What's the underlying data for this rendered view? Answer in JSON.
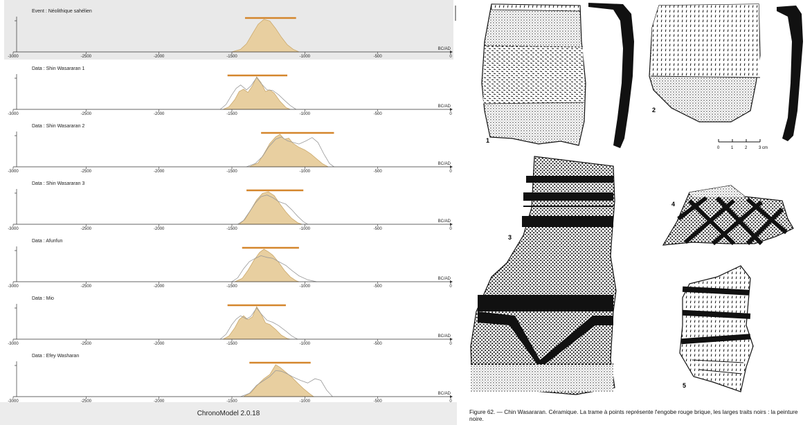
{
  "app": {
    "footer_label": "ChronoModel 2.0.18"
  },
  "colors": {
    "curve_fill": "#e8cfa0",
    "curve_stroke": "#cba96c",
    "bar": "#d4862c",
    "event_bg": "#e9e9e9",
    "likelihood_line": "#999999"
  },
  "chart_data": {
    "type": "area",
    "xlim": [
      -3000,
      0
    ],
    "x_ticks": [
      -3000,
      -2500,
      -2000,
      -1500,
      -1000,
      -500,
      0
    ],
    "axis_label": "BC/AD",
    "panels": [
      {
        "title": "Event : Néolithique sahélien",
        "kind": "event",
        "hpd": [
          -1410,
          -1060
        ],
        "posterior": [
          [
            -1500,
            0
          ],
          [
            -1440,
            0.08
          ],
          [
            -1400,
            0.25
          ],
          [
            -1360,
            0.55
          ],
          [
            -1320,
            0.85
          ],
          [
            -1280,
            1.0
          ],
          [
            -1240,
            0.95
          ],
          [
            -1200,
            0.72
          ],
          [
            -1160,
            0.45
          ],
          [
            -1120,
            0.22
          ],
          [
            -1080,
            0.08
          ],
          [
            -1040,
            0
          ]
        ]
      },
      {
        "title": "Data : Shin Wasararan 1",
        "kind": "data",
        "hpd": [
          -1530,
          -1120
        ],
        "posterior": [
          [
            -1560,
            0
          ],
          [
            -1520,
            0.08
          ],
          [
            -1480,
            0.3
          ],
          [
            -1450,
            0.55
          ],
          [
            -1420,
            0.62
          ],
          [
            -1390,
            0.52
          ],
          [
            -1360,
            0.72
          ],
          [
            -1330,
            1.0
          ],
          [
            -1300,
            0.82
          ],
          [
            -1270,
            0.55
          ],
          [
            -1240,
            0.6
          ],
          [
            -1210,
            0.5
          ],
          [
            -1170,
            0.25
          ],
          [
            -1130,
            0.06
          ],
          [
            -1100,
            0
          ]
        ],
        "likelihood": [
          [
            -1580,
            0
          ],
          [
            -1540,
            0.15
          ],
          [
            -1500,
            0.45
          ],
          [
            -1470,
            0.65
          ],
          [
            -1440,
            0.75
          ],
          [
            -1400,
            0.6
          ],
          [
            -1370,
            0.72
          ],
          [
            -1330,
            0.98
          ],
          [
            -1300,
            0.8
          ],
          [
            -1260,
            0.6
          ],
          [
            -1220,
            0.58
          ],
          [
            -1180,
            0.45
          ],
          [
            -1140,
            0.28
          ],
          [
            -1100,
            0.12
          ],
          [
            -1060,
            0
          ]
        ]
      },
      {
        "title": "Data : Shin Wasararan 2",
        "kind": "data",
        "hpd": [
          -1300,
          -800
        ],
        "posterior": [
          [
            -1380,
            0
          ],
          [
            -1320,
            0.12
          ],
          [
            -1280,
            0.4
          ],
          [
            -1240,
            0.72
          ],
          [
            -1200,
            0.92
          ],
          [
            -1170,
            1.0
          ],
          [
            -1140,
            0.85
          ],
          [
            -1110,
            0.88
          ],
          [
            -1080,
            0.72
          ],
          [
            -1040,
            0.6
          ],
          [
            -1000,
            0.52
          ],
          [
            -960,
            0.4
          ],
          [
            -920,
            0.25
          ],
          [
            -880,
            0.1
          ],
          [
            -840,
            0
          ]
        ],
        "likelihood": [
          [
            -1400,
            0
          ],
          [
            -1340,
            0.1
          ],
          [
            -1290,
            0.32
          ],
          [
            -1250,
            0.6
          ],
          [
            -1200,
            0.85
          ],
          [
            -1160,
            0.92
          ],
          [
            -1120,
            0.8
          ],
          [
            -1080,
            0.75
          ],
          [
            -1040,
            0.7
          ],
          [
            -990,
            0.8
          ],
          [
            -950,
            0.9
          ],
          [
            -910,
            0.75
          ],
          [
            -870,
            0.4
          ],
          [
            -830,
            0.1
          ],
          [
            -800,
            0
          ]
        ]
      },
      {
        "title": "Data : Shin Wasararan 3",
        "kind": "data",
        "hpd": [
          -1400,
          -1010
        ],
        "posterior": [
          [
            -1450,
            0
          ],
          [
            -1410,
            0.15
          ],
          [
            -1370,
            0.45
          ],
          [
            -1330,
            0.75
          ],
          [
            -1290,
            0.95
          ],
          [
            -1250,
            1.0
          ],
          [
            -1210,
            0.88
          ],
          [
            -1170,
            0.62
          ],
          [
            -1130,
            0.38
          ],
          [
            -1090,
            0.18
          ],
          [
            -1050,
            0.05
          ],
          [
            -1020,
            0
          ]
        ],
        "likelihood": [
          [
            -1460,
            0
          ],
          [
            -1420,
            0.12
          ],
          [
            -1380,
            0.38
          ],
          [
            -1340,
            0.65
          ],
          [
            -1300,
            0.85
          ],
          [
            -1260,
            0.9
          ],
          [
            -1220,
            0.82
          ],
          [
            -1180,
            0.7
          ],
          [
            -1130,
            0.62
          ],
          [
            -1090,
            0.45
          ],
          [
            -1050,
            0.25
          ],
          [
            -1010,
            0.08
          ],
          [
            -980,
            0
          ]
        ]
      },
      {
        "title": "Data : Afunfun",
        "kind": "data",
        "hpd": [
          -1430,
          -1040
        ],
        "posterior": [
          [
            -1480,
            0
          ],
          [
            -1430,
            0.1
          ],
          [
            -1390,
            0.35
          ],
          [
            -1350,
            0.65
          ],
          [
            -1310,
            0.9
          ],
          [
            -1280,
            1.0
          ],
          [
            -1250,
            0.92
          ],
          [
            -1220,
            0.82
          ],
          [
            -1180,
            0.6
          ],
          [
            -1140,
            0.35
          ],
          [
            -1100,
            0.15
          ],
          [
            -1060,
            0.03
          ],
          [
            -1040,
            0
          ]
        ],
        "likelihood": [
          [
            -1500,
            0
          ],
          [
            -1460,
            0.12
          ],
          [
            -1420,
            0.4
          ],
          [
            -1380,
            0.62
          ],
          [
            -1340,
            0.72
          ],
          [
            -1300,
            0.8
          ],
          [
            -1260,
            0.75
          ],
          [
            -1220,
            0.72
          ],
          [
            -1180,
            0.62
          ],
          [
            -1130,
            0.5
          ],
          [
            -1090,
            0.35
          ],
          [
            -1040,
            0.18
          ],
          [
            -980,
            0.06
          ],
          [
            -920,
            0
          ]
        ]
      },
      {
        "title": "Data : Mio",
        "kind": "data",
        "hpd": [
          -1530,
          -1130
        ],
        "posterior": [
          [
            -1560,
            0
          ],
          [
            -1520,
            0.1
          ],
          [
            -1480,
            0.35
          ],
          [
            -1450,
            0.6
          ],
          [
            -1420,
            0.72
          ],
          [
            -1390,
            0.6
          ],
          [
            -1360,
            0.68
          ],
          [
            -1330,
            1.0
          ],
          [
            -1300,
            0.78
          ],
          [
            -1270,
            0.5
          ],
          [
            -1240,
            0.45
          ],
          [
            -1200,
            0.3
          ],
          [
            -1160,
            0.12
          ],
          [
            -1120,
            0.02
          ],
          [
            -1100,
            0
          ]
        ],
        "likelihood": [
          [
            -1580,
            0
          ],
          [
            -1540,
            0.15
          ],
          [
            -1500,
            0.45
          ],
          [
            -1470,
            0.62
          ],
          [
            -1440,
            0.72
          ],
          [
            -1400,
            0.62
          ],
          [
            -1370,
            0.7
          ],
          [
            -1330,
            0.96
          ],
          [
            -1300,
            0.78
          ],
          [
            -1260,
            0.58
          ],
          [
            -1220,
            0.52
          ],
          [
            -1180,
            0.42
          ],
          [
            -1130,
            0.25
          ],
          [
            -1090,
            0.1
          ],
          [
            -1050,
            0
          ]
        ]
      },
      {
        "title": "Data : Efey Washaran",
        "kind": "data",
        "hpd": [
          -1380,
          -960
        ],
        "posterior": [
          [
            -1420,
            0
          ],
          [
            -1370,
            0.12
          ],
          [
            -1320,
            0.38
          ],
          [
            -1280,
            0.55
          ],
          [
            -1240,
            0.68
          ],
          [
            -1200,
            0.98
          ],
          [
            -1170,
            0.9
          ],
          [
            -1130,
            0.75
          ],
          [
            -1090,
            0.6
          ],
          [
            -1050,
            0.42
          ],
          [
            -1010,
            0.25
          ],
          [
            -970,
            0.1
          ],
          [
            -940,
            0
          ]
        ],
        "likelihood": [
          [
            -1440,
            0
          ],
          [
            -1380,
            0.1
          ],
          [
            -1330,
            0.35
          ],
          [
            -1280,
            0.5
          ],
          [
            -1240,
            0.62
          ],
          [
            -1200,
            0.8
          ],
          [
            -1160,
            0.78
          ],
          [
            -1120,
            0.7
          ],
          [
            -1080,
            0.6
          ],
          [
            -1030,
            0.5
          ],
          [
            -980,
            0.42
          ],
          [
            -930,
            0.55
          ],
          [
            -890,
            0.5
          ],
          [
            -850,
            0.2
          ],
          [
            -810,
            0
          ]
        ]
      }
    ]
  },
  "figure": {
    "caption": "Figure 62. — Chin Wasararan. Céramique. La trame à points représente l'engobe rouge brique, les larges traits noirs : la peinture noire.",
    "item_numbers": [
      "1",
      "2",
      "3",
      "4",
      "5"
    ],
    "scale_ticks": [
      "0",
      "1",
      "2",
      "3 cm"
    ]
  }
}
